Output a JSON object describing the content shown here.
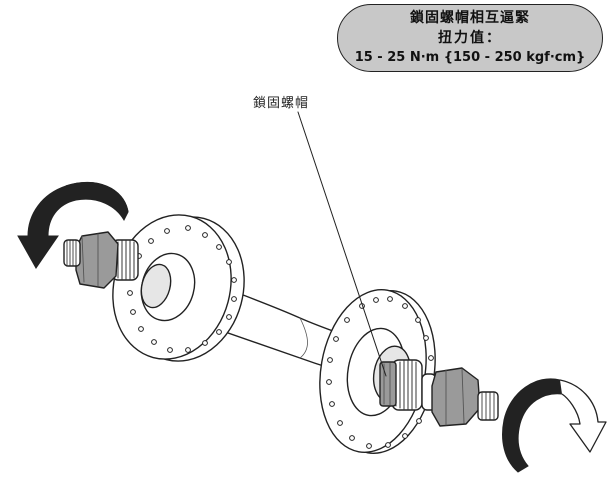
{
  "callout": {
    "title": "鎖固螺帽相互逼緊",
    "torque_label": "扭力值：",
    "torque_value": "15 - 25 N·m {150 - 250 kgf·cm}"
  },
  "labels": {
    "lock_nut": "鎖固螺帽"
  },
  "colors": {
    "callout_fill": "#c8c8c8",
    "line": "#222222",
    "nut_fill": "#9a9a9a",
    "arrow_fill": "#222222"
  },
  "icons": [
    "rotate-counterclockwise-arrow-icon",
    "rotate-clockwise-arrow-icon"
  ]
}
